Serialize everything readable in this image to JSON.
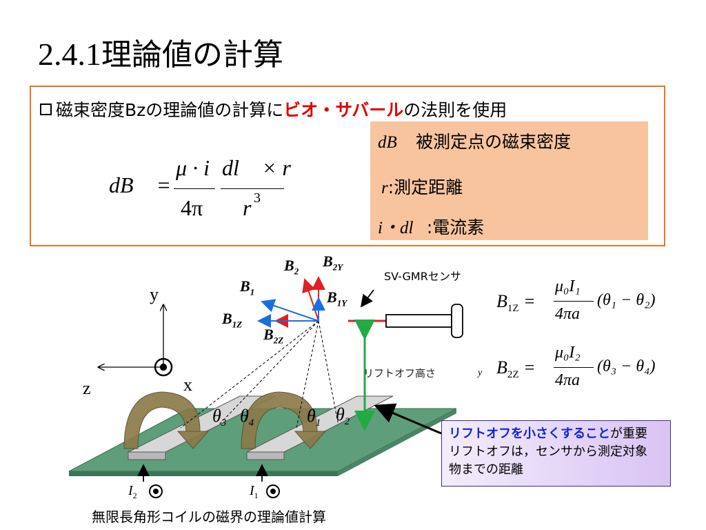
{
  "title": {
    "number": "2.4.1",
    "text": "理論値の計算"
  },
  "bullet": {
    "pre": "磁束密度Bzの理論値の計算に",
    "highlight": "ビオ・サバール",
    "post": "の法則を使用"
  },
  "definitions": [
    {
      "symbol": "dB⃗",
      "text": "被測定点の磁束密度"
    },
    {
      "symbol": "r",
      "text": ":測定距離"
    },
    {
      "symbol": "i・dl⃗",
      "text": ":電流素"
    }
  ],
  "formula": {
    "lhs": "dB⃗ =",
    "num1": "μ · i",
    "den1": "4π",
    "num2": "dl⃗ × r⃗",
    "den2": "r",
    "exp": "3"
  },
  "axes": {
    "y": "y",
    "z": "z",
    "x": "x"
  },
  "vectors": {
    "B2": "B",
    "B2sub": "2",
    "B2Y": "B",
    "B2Ysub": "2Y",
    "B1": "B",
    "B1sub": "1",
    "B1Y": "B",
    "B1Ysub": "1Y",
    "B1Z": "B",
    "B1Zsub": "1Z",
    "B2Z": "B",
    "B2Zsub": "2Z"
  },
  "sensor_label": "SV-GMRセンサ",
  "liftoff_label": "リフトオフ高さ",
  "angles": [
    {
      "sym": "θ",
      "sub": "3"
    },
    {
      "sym": "θ",
      "sub": "4"
    },
    {
      "sym": "θ",
      "sub": "1"
    },
    {
      "sym": "θ",
      "sub": "2"
    }
  ],
  "eq1": {
    "lhs": "B",
    "lhs_sub": "1Z",
    "num": "μ₀I₁",
    "den": "4πa",
    "tail": "(θ₁ − θ₂)"
  },
  "eq2": {
    "prefix": "y",
    "lhs": "B",
    "lhs_sub": "2Z",
    "num": "μ₀I₂",
    "den": "4πa",
    "tail": "(θ₃ − θ₄)"
  },
  "callout": {
    "highlight": "リフトオフを小さくすること",
    "line1_rest": "が重要",
    "line2": "リフトオフは，センサから測定対象",
    "line3": "物までの距離"
  },
  "currents": [
    {
      "sym": "I",
      "sub": "2"
    },
    {
      "sym": "I",
      "sub": "1"
    }
  ],
  "caption": "無限長角形コイルの磁界の理論値計算",
  "colors": {
    "accent_border": "#ee7222",
    "definition_bg": "#f8c49e",
    "highlight_red": "#e00000",
    "vector_red": "#e02020",
    "vector_blue": "#1a6fe0",
    "liftoff_green": "#22aa44",
    "plate": "#5e9e7a",
    "arrow_arc": "#8b7a4a",
    "callout_blue": "#1122dd"
  }
}
